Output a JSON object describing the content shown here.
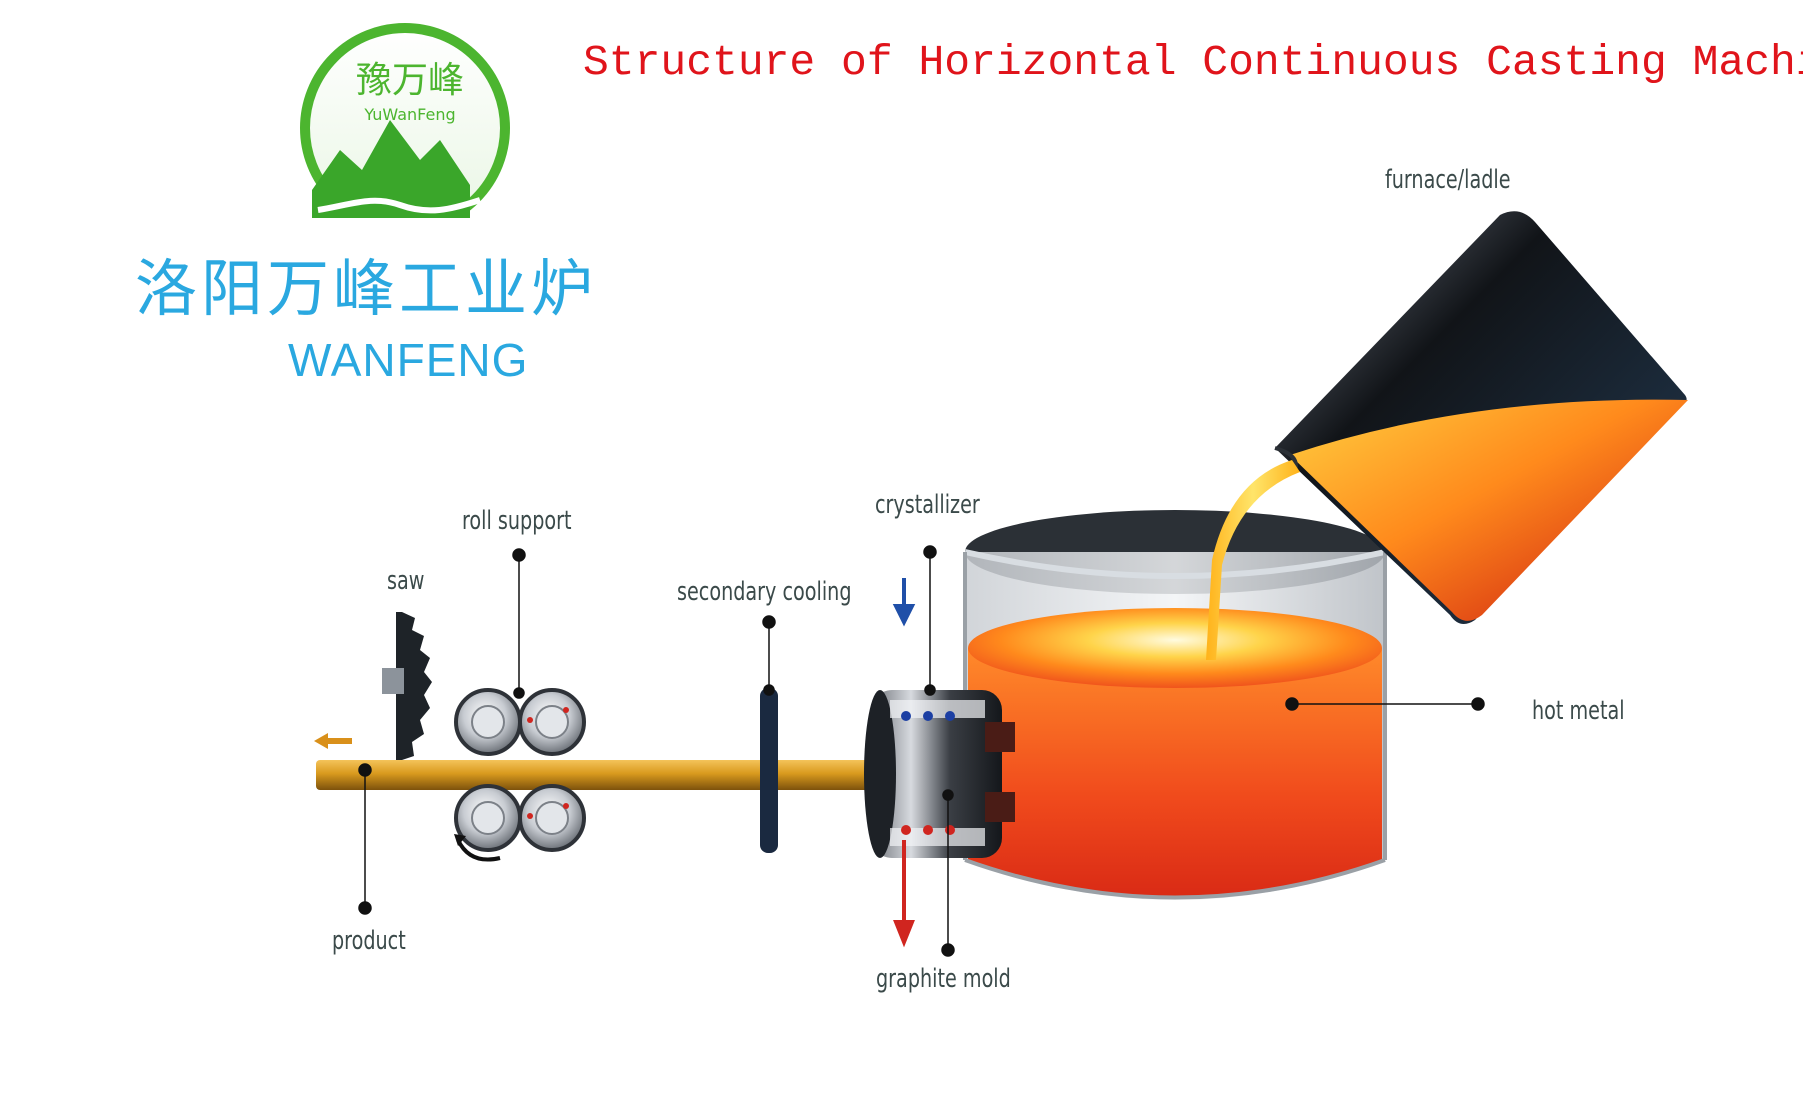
{
  "title": "Structure of Horizontal Continuous Casting Machine",
  "logo": {
    "seal_cn": "豫万峰",
    "seal_en": "YuWanFeng",
    "company_cn": "洛阳万峰工业炉",
    "company_en": "WANFENG"
  },
  "labels": {
    "furnace": "furnace/ladle",
    "crystallizer": "crystallizer",
    "roll_support": "roll support",
    "saw": "saw",
    "secondary_cooling": "secondary cooling",
    "hot_metal": "hot metal",
    "product": "product",
    "graphite_mold": "graphite mold"
  },
  "colors": {
    "title": "#e0141b",
    "brand": "#2aa8e0",
    "logo_green": "#4cb52f",
    "molten": "#f04a1c",
    "product_bar": "#d99a1e",
    "inlet_arrow": "#1f4fa8",
    "outlet_arrow": "#d0251f"
  }
}
